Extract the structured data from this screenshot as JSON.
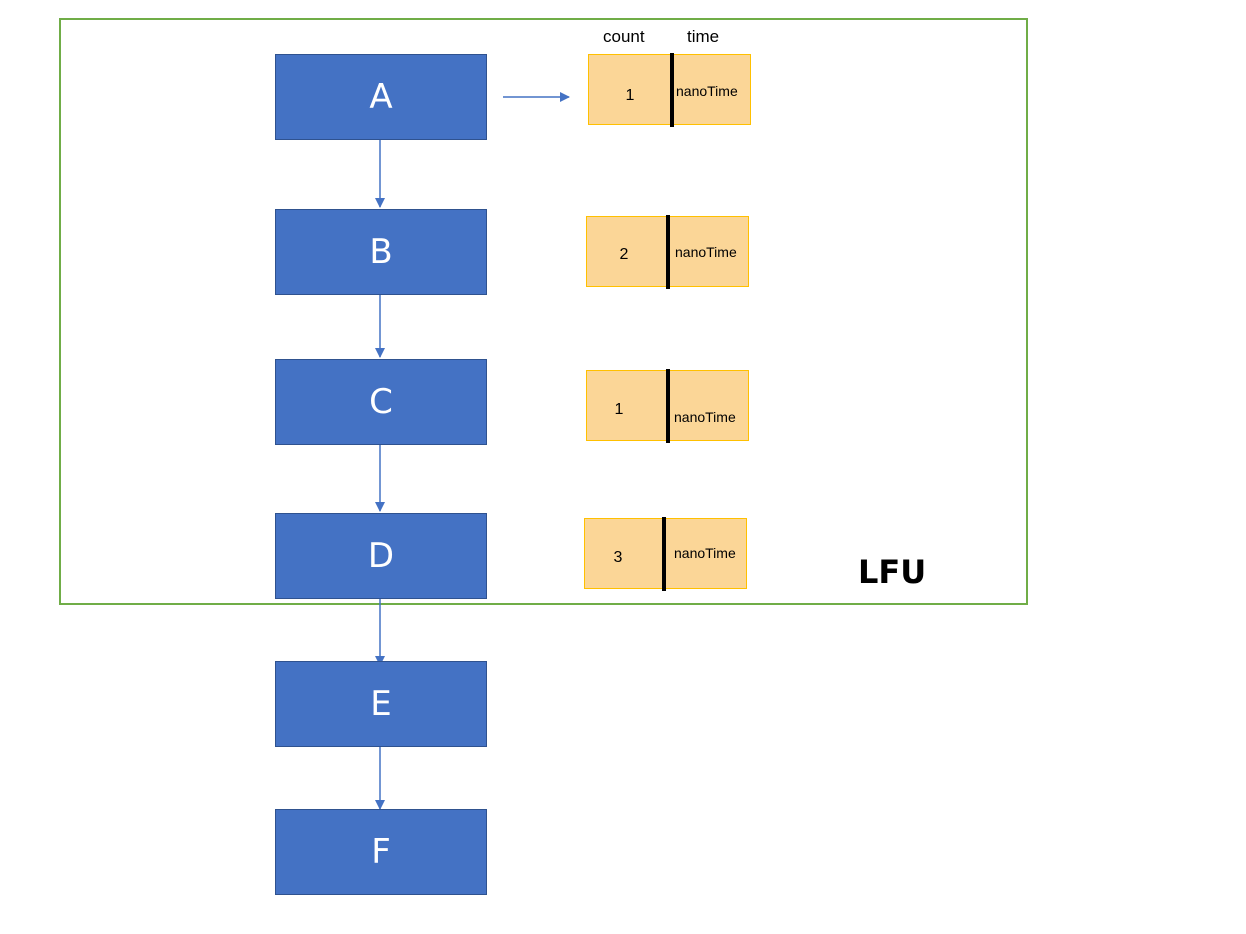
{
  "group": {
    "label": "LFU"
  },
  "headers": {
    "count": "count",
    "time": "time"
  },
  "nodes": [
    {
      "id": "A",
      "label": "A"
    },
    {
      "id": "B",
      "label": "B"
    },
    {
      "id": "C",
      "label": "C"
    },
    {
      "id": "D",
      "label": "D"
    },
    {
      "id": "E",
      "label": "E"
    },
    {
      "id": "F",
      "label": "F"
    }
  ],
  "records": [
    {
      "node": "A",
      "count": "1",
      "time": "nanoTime"
    },
    {
      "node": "B",
      "count": "2",
      "time": "nanoTime"
    },
    {
      "node": "C",
      "count": "1",
      "time": "nanoTime"
    },
    {
      "node": "D",
      "count": "3",
      "time": "nanoTime"
    }
  ],
  "colors": {
    "node_fill": "#4472c4",
    "record_fill": "#fbd697",
    "record_border": "#ffc000",
    "group_border": "#70ad47",
    "arrow": "#4472c4"
  }
}
